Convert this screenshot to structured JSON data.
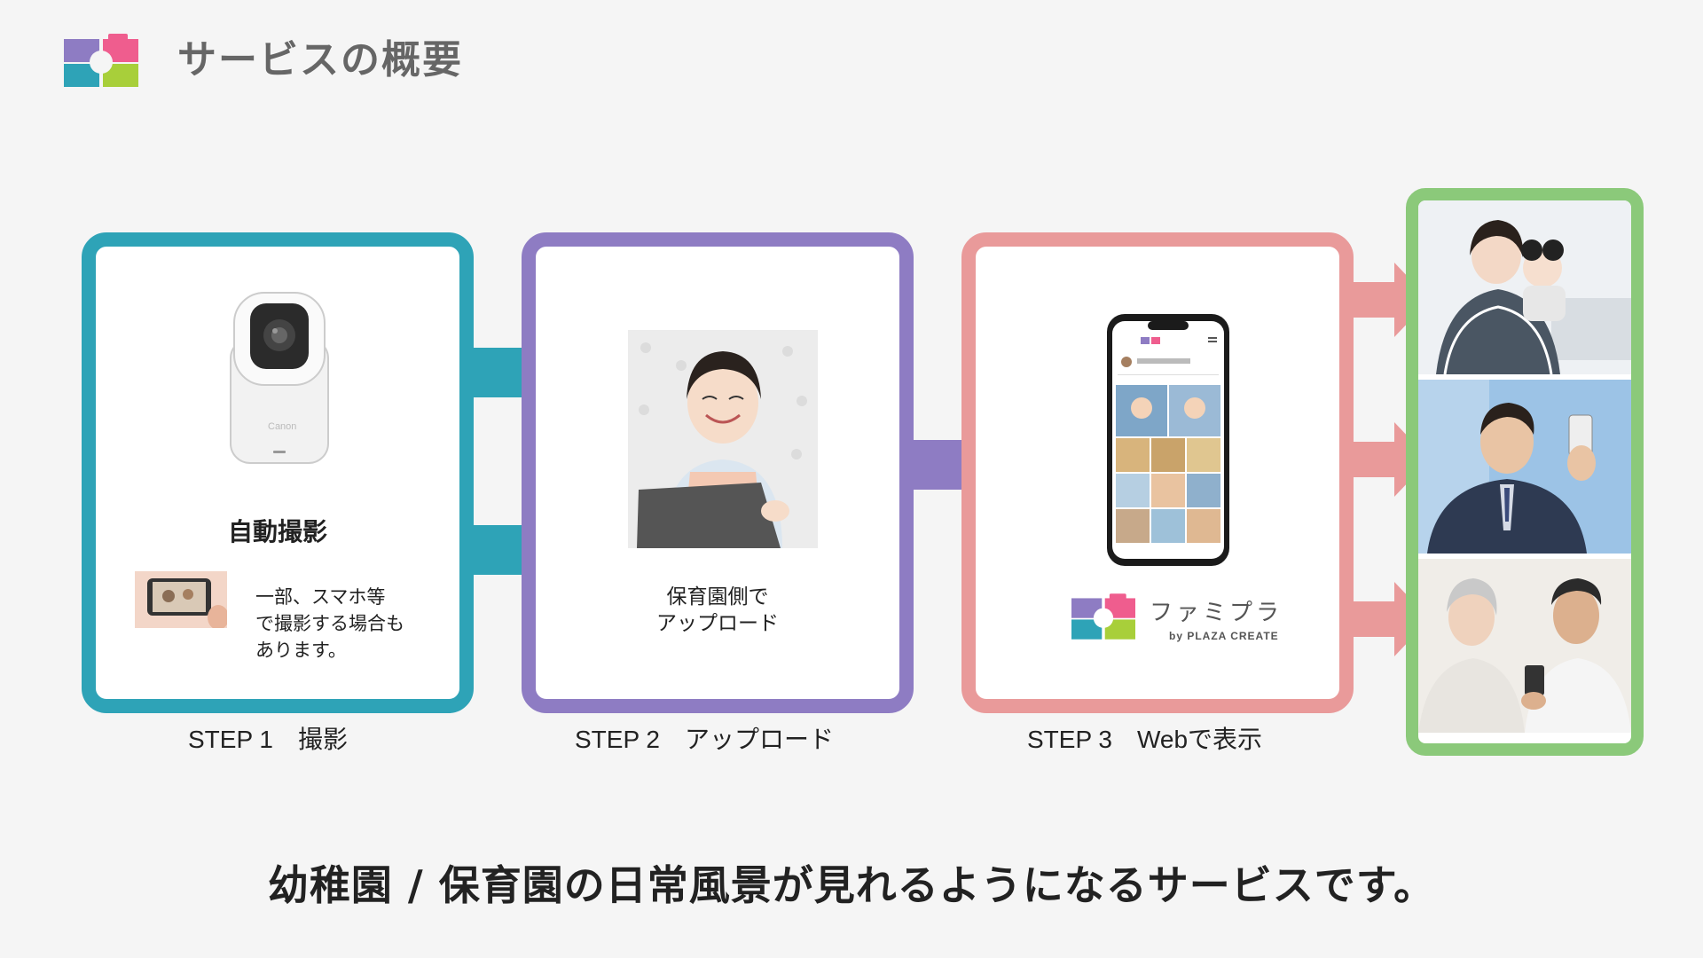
{
  "header": {
    "title": "サービスの概要",
    "logo_icon": "famipla-logo-icon",
    "logo_colors": [
      "#8e7cc3",
      "#ef5d8e",
      "#2ea3b7",
      "#a8cf3a"
    ]
  },
  "steps": [
    {
      "caption": "STEP 1　撮影",
      "border_color": "#2ea3b7",
      "image_icon": "auto-camera-icon",
      "label": "自動撮影",
      "note": "一部、スマホ等\nで撮影する場合も\nあります。",
      "note_icon": "smartphone-photo-icon"
    },
    {
      "caption": "STEP 2　アップロード",
      "border_color": "#8e7cc3",
      "image_icon": "teacher-with-tablet-photo",
      "label": "保育園側で\nアップロード"
    },
    {
      "caption": "STEP 3　Webで表示",
      "border_color": "#e99a9a",
      "image_icon": "smartphone-app-icon",
      "app_name": "ファミプラ",
      "app_by": "by PLAZA CREATE"
    }
  ],
  "viewers": {
    "border_color": "#8bc97a",
    "photos": [
      "mother-with-baby-photo",
      "businessman-with-phone-photo",
      "grandparents-with-phone-photo"
    ]
  },
  "tagline": "幼稚園 / 保育園の日常風景が見れるようになるサービスです。"
}
